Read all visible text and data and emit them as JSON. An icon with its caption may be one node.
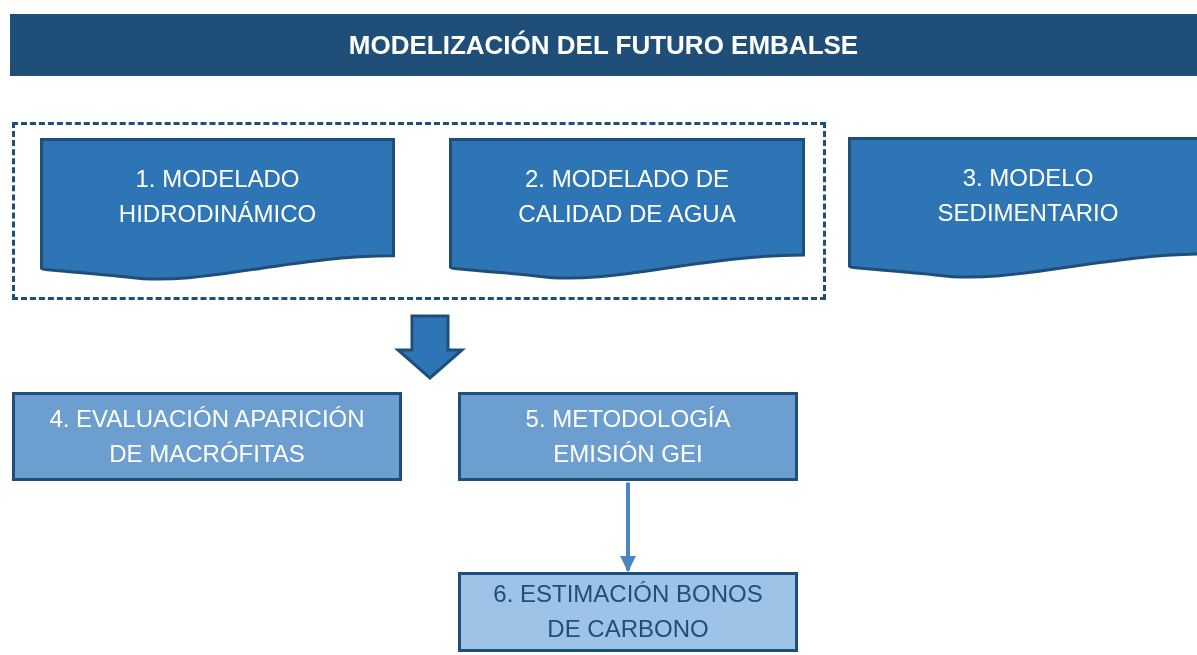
{
  "diagram": {
    "title": "MODELIZACIÓN DEL FUTURO EMBALSE",
    "nodes": [
      {
        "text": [],
        "shape": "box"
      },
      {
        "text": [
          "1. MODELADO HIDRODINÁMICO"
        ],
        "in": 0
      },
      {
        "text": [
          "2. MODELADO DE CALIDAD DE AGUA"
        ],
        "in": 0
      },
      {
        "text": [
          "3. MODELO SEDIMENTARIO"
        ]
      },
      {
        "text": [
          "4. EVALUACIÓN APARICIÓN DE MACRÓFITAS"
        ]
      },
      {
        "text": [
          "5. METODOLOGÍA EMISIÓN GEI"
        ]
      },
      {
        "text": [
          "6. ESTIMACIÓN BONOS DE CARBONO"
        ]
      }
    ],
    "edges": [
      {
        "from": 0,
        "to": null,
        "arrow": "to",
        "style": "thick"
      },
      {
        "from": 5,
        "to": 6,
        "arrow": "to",
        "color": "#4a86c5"
      }
    ]
  }
}
